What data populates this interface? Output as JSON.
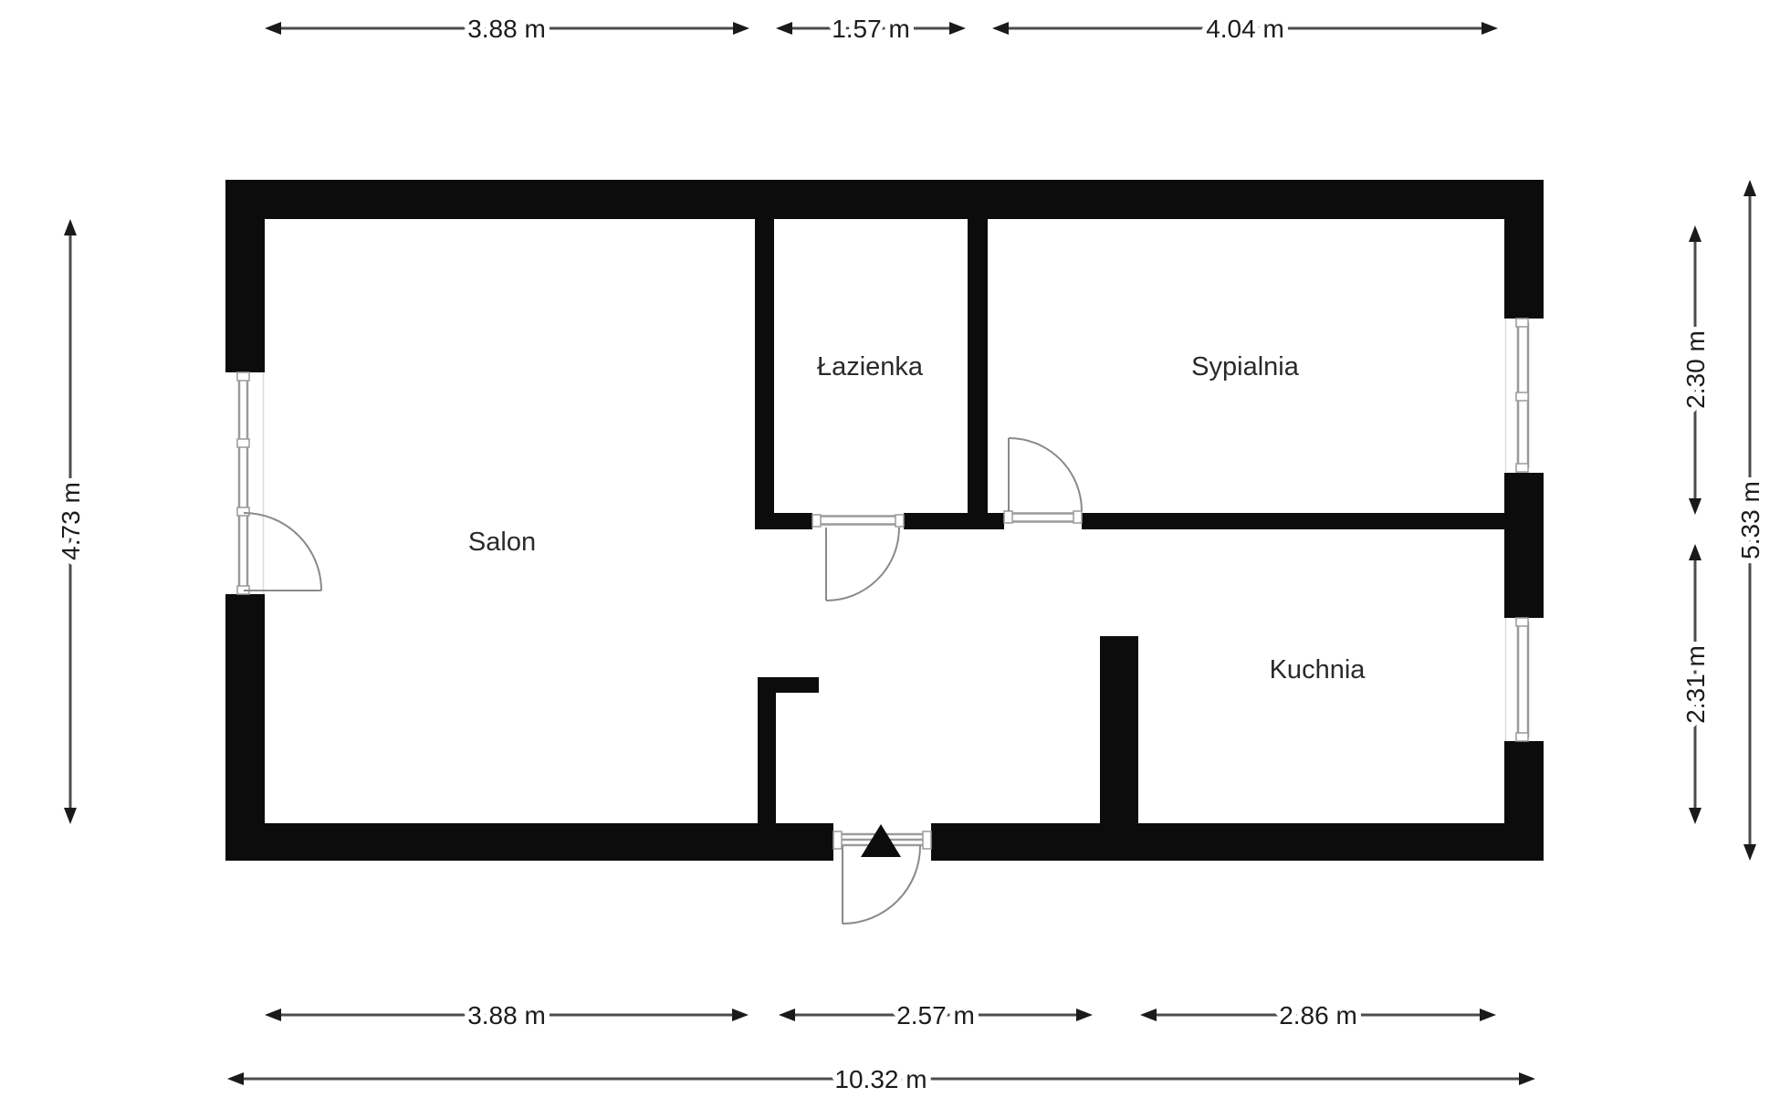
{
  "rooms": {
    "salon": "Salon",
    "lazienka": "Łazienka",
    "sypialnia": "Sypialnia",
    "kuchnia": "Kuchnia"
  },
  "dimensions": {
    "top_salon": "3.88 m",
    "top_bathroom": "1.57 m",
    "top_bedroom": "4.04 m",
    "left_salon": "4.73 m",
    "right_bedroom": "2.30 m",
    "right_kitchen": "2.31 m",
    "right_total": "5.33 m",
    "bottom_salon": "3.88 m",
    "bottom_hall": "2.57 m",
    "bottom_kitchen": "2.86 m",
    "bottom_total": "10.32 m"
  },
  "colors": {
    "wall": "#0c0c0c",
    "window": "#9a9a9a",
    "door_arc": "#8a8a8a",
    "dimension_line": "#4c4c4c",
    "text": "#1c1c1c",
    "background": "#ffffff"
  }
}
